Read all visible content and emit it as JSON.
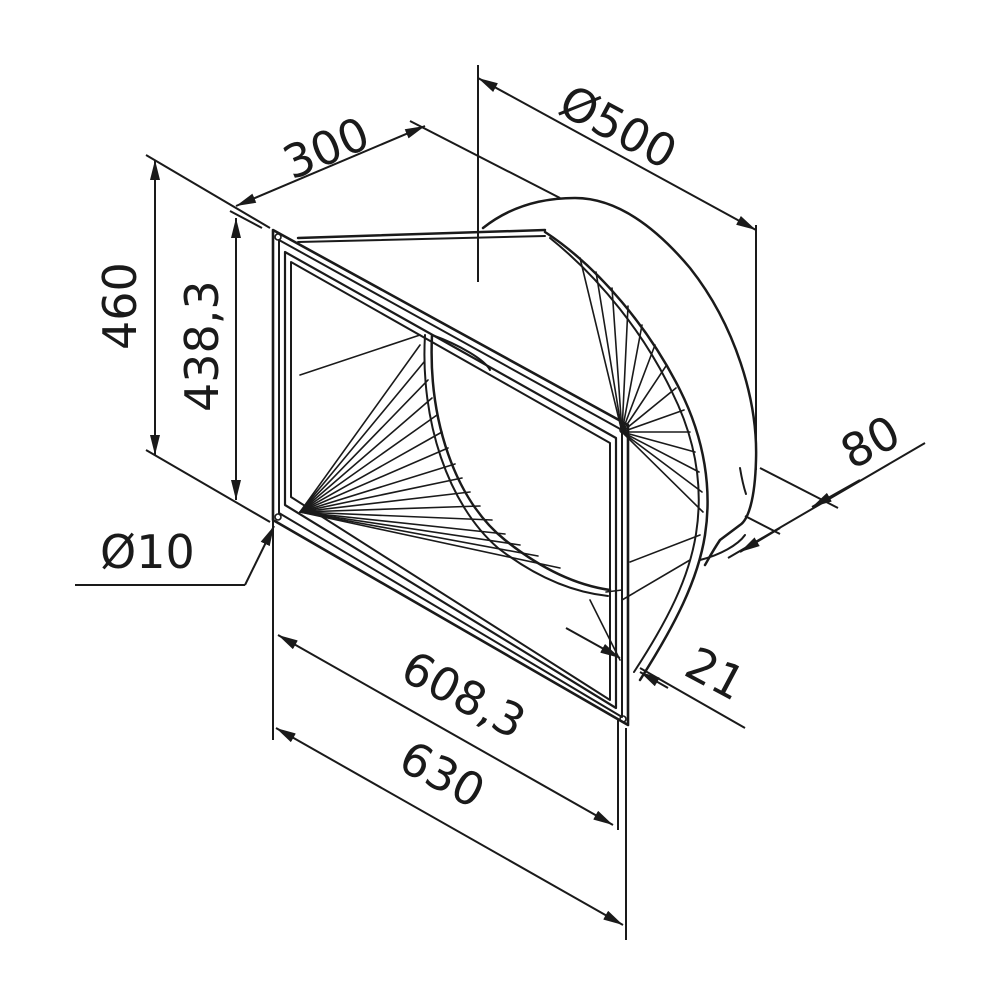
{
  "drawing": {
    "subject": "rectangular-to-round duct adapter",
    "line_color": "#1a1a1a",
    "background": "#ffffff"
  },
  "dimensions": {
    "depth": "300",
    "round_diameter": "Ø500",
    "outer_height": "460",
    "inner_height": "438,3",
    "hole_diameter": "Ø10",
    "collar_length": "80",
    "flange_offset": "21",
    "inner_width": "608,3",
    "outer_width": "630"
  }
}
